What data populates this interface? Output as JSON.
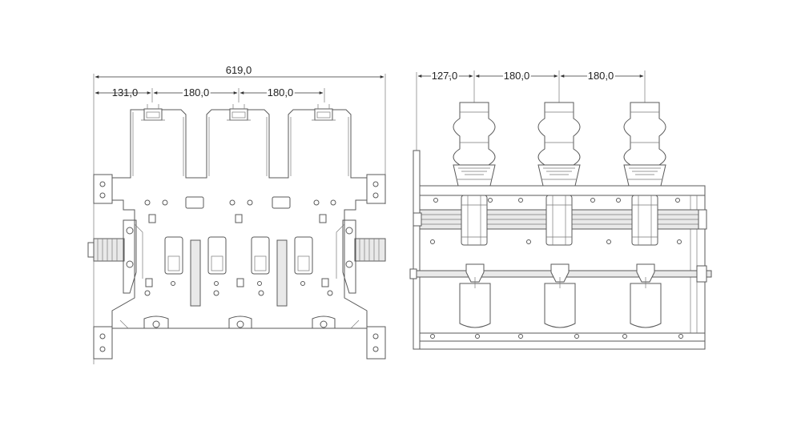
{
  "front_view": {
    "dimensions": {
      "overall": "619,0",
      "offset": "131,0",
      "pitch_1": "180,0",
      "pitch_2": "180,0"
    }
  },
  "side_view": {
    "dimensions": {
      "offset": "127,0",
      "pitch_1": "180,0",
      "pitch_2": "180,0"
    }
  }
}
